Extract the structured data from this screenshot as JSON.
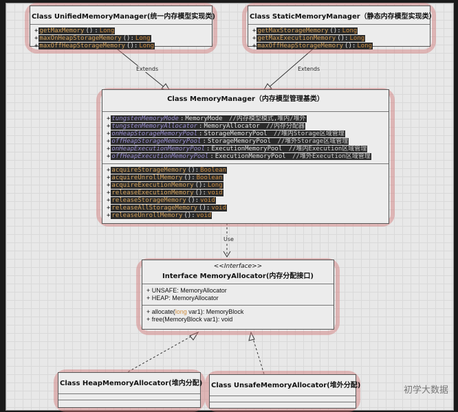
{
  "unified": {
    "title": "Class UnifiedMemoryManager(统一内存模型实现类)",
    "methods": [
      {
        "name": "getMaxMemory",
        "ret": "Long"
      },
      {
        "name": "maxOnHeapStorageMemory",
        "ret": "Long"
      },
      {
        "name": "maxOffHeapStorageMemory",
        "ret": "Long"
      }
    ]
  },
  "static": {
    "title": "Class StaticMemoryManager（静态内存模型实现类）",
    "methods": [
      {
        "name": "getMaxStorageMemory",
        "ret": "Long"
      },
      {
        "name": "getMaxExecutionMemory",
        "ret": "Long"
      },
      {
        "name": "maxOffHeapStorageMemory",
        "ret": "Long"
      }
    ]
  },
  "extends_label": "Extends",
  "use_label": "Use",
  "manager": {
    "title": "Class MemoryManager（内存模型管理基类）",
    "fields": [
      {
        "name": "tungstenMemoryMode",
        "type": "MemoryMode",
        "comment": "//内存模型模式,堆内/堆外"
      },
      {
        "name": "tungstenMemoryAllocator",
        "type": "MemoryAllocator",
        "comment": "//内存分配器"
      },
      {
        "name": "onHeapStorageMemoryPool",
        "type": "StorageMemoryPool",
        "comment": "//堆内Storage区域管理"
      },
      {
        "name": "offHeapStorageMemoryPool",
        "type": "StorageMemoryPool",
        "comment": "//堆外Storage区域管理"
      },
      {
        "name": "onHeapExecutionMemoryPool",
        "type": "ExecutionMemoryPool",
        "comment": "//堆内Execution区域管理"
      },
      {
        "name": "offHeapExecutionMemoryPool",
        "type": "ExecutionMemoryPool",
        "comment": "//堆外Execution区域管理"
      }
    ],
    "methods": [
      {
        "name": "acquireStorageMemory",
        "ret": "Boolean"
      },
      {
        "name": "acquireUnrollMemory",
        "ret": "Boolean"
      },
      {
        "name": "acquireExecutionMemory",
        "ret": "Long"
      },
      {
        "name": "releaseExecutionMemory",
        "ret": "void"
      },
      {
        "name": "releaseStorageMemory",
        "ret": "void"
      },
      {
        "name": "releaseAllStorageMemory",
        "ret": "void"
      },
      {
        "name": "releaseUnrollMemory",
        "ret": "void"
      }
    ]
  },
  "allocator": {
    "stereotype": "<<Interface>>",
    "title": "Interface MemoryAllocator(内存分配接口)",
    "fields": [
      "+ UNSAFE: MemoryAllocator",
      "+ HEAP: MemoryAllocator"
    ],
    "method1_pre": "+ allocate(",
    "method1_kw": "long",
    "method1_post": " var1): MemoryBlock",
    "method2": "+ free(MemoryBlock var1): void"
  },
  "heap": {
    "title": "Class HeapMemoryAllocator(堆内分配)"
  },
  "unsafe": {
    "title": "Class UnsafeMemoryAllocator(堆外分配)"
  },
  "watermark": "初学大数据"
}
